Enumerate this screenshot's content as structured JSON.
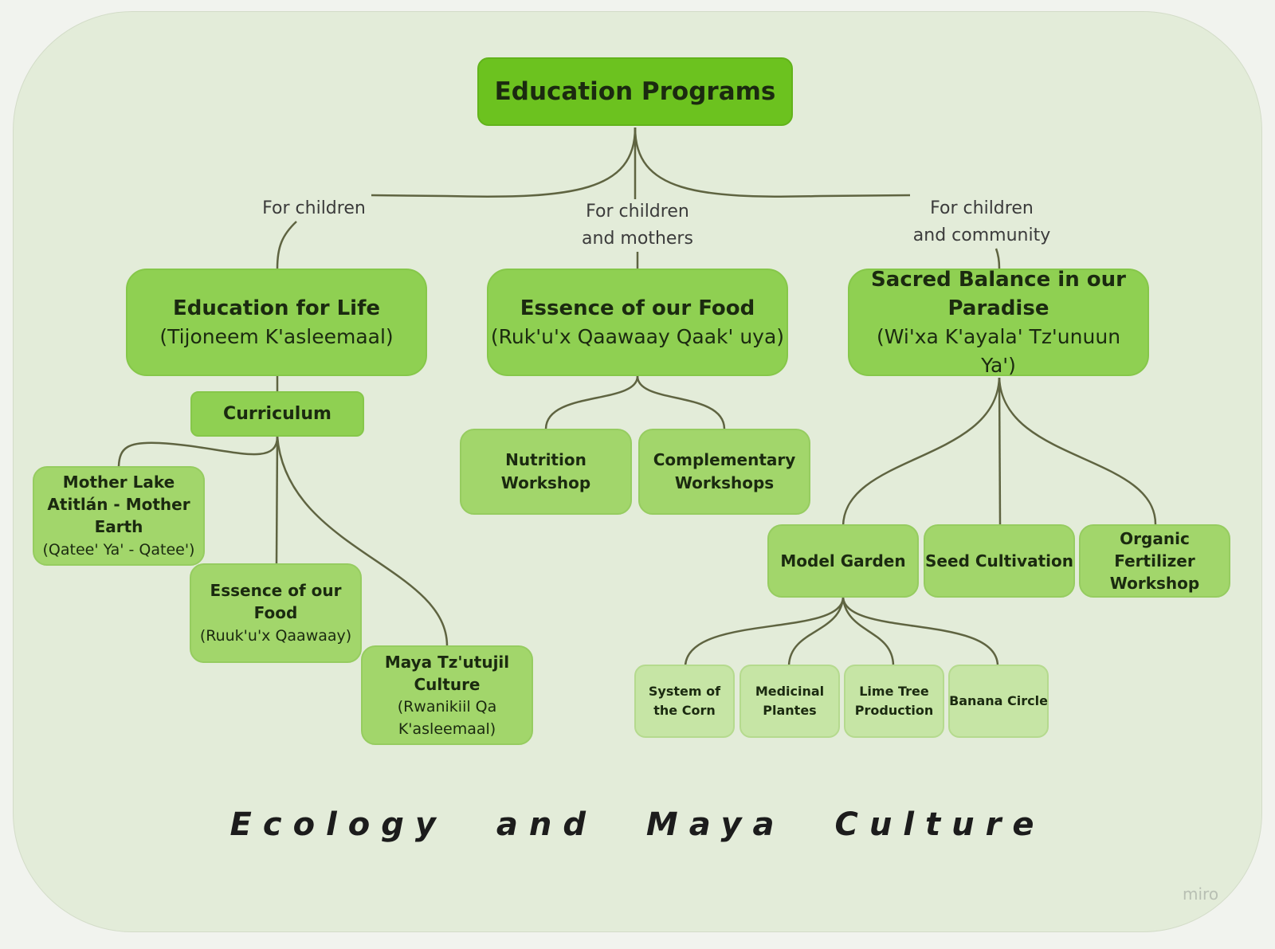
{
  "root": {
    "label": "Education Programs"
  },
  "branches": {
    "left": {
      "edge_label": "For children",
      "title": "Education for Life",
      "subtitle": "(Tijoneem K'asleemaal)",
      "curriculum": "Curriculum",
      "children": [
        {
          "title": "Mother Lake Atitlán - Mother Earth",
          "subtitle": "(Qatee' Ya' - Qatee')"
        },
        {
          "title": "Essence of our Food",
          "subtitle": "(Ruuk'u'x Qaawaay)"
        },
        {
          "title": "Maya Tz'utujil Culture",
          "subtitle": "(Rwanikiil Qa K'asleemaal)"
        }
      ]
    },
    "middle": {
      "edge_label_lines": [
        "For children",
        "and mothers"
      ],
      "title": "Essence of our Food",
      "subtitle": "(Ruk'u'x Qaawaay Qaak' uya)",
      "children": [
        "Nutrition Workshop",
        "Complementary Workshops"
      ]
    },
    "right": {
      "edge_label_lines": [
        "For children",
        "and community"
      ],
      "title": "Sacred Balance in our Paradise",
      "subtitle": "(Wi'xa K'ayala' Tz'unuun Ya')",
      "children": [
        "Model Garden",
        "Seed Cultivation",
        "Organic Fertilizer Workshop"
      ],
      "model_garden_children": [
        "System of the Corn",
        "Medicinal Plantes",
        "Lime Tree Production",
        "Banana Circle"
      ]
    }
  },
  "footer_title": "Ecology and Maya Culture",
  "brand": "miro",
  "colors": {
    "root": "#6cc21f",
    "main": "#8fd052",
    "sub": "#a2d66b",
    "leaf": "#c6e5a5",
    "connector": "#5f6441",
    "background": "#e3ecd9"
  }
}
